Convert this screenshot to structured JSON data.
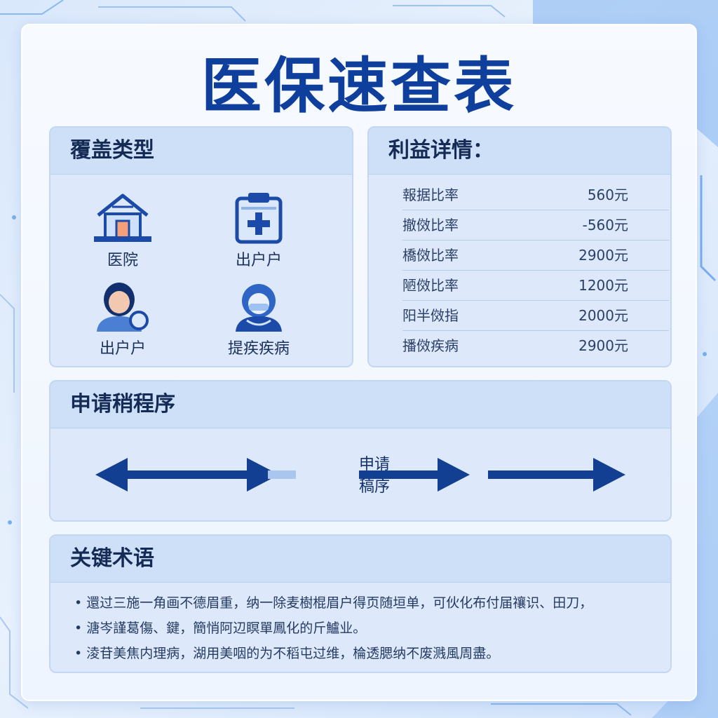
{
  "title": "医保速查表",
  "coverage": {
    "heading": "覆盖类型",
    "items": [
      {
        "label": "医院",
        "icon": "hospital-icon"
      },
      {
        "label": "出户户",
        "icon": "clipboard-medical-icon"
      },
      {
        "label": "出户户",
        "icon": "patient-icon"
      },
      {
        "label": "提疾疾病",
        "icon": "doctor-icon"
      }
    ]
  },
  "benefits": {
    "heading": "利益详情：",
    "rows": [
      {
        "label": "報据比率",
        "value": "560元"
      },
      {
        "label": "撤傚比率",
        "value": "-560元"
      },
      {
        "label": "橋傚比率",
        "value": "2900元"
      },
      {
        "label": "陋傚比率",
        "value": "1200元"
      },
      {
        "label": "阳半傚指",
        "value": "2000元"
      },
      {
        "label": "播傚疾病",
        "value": "2900元"
      }
    ]
  },
  "process": {
    "heading": "申请稍程序",
    "step_line1": "申请",
    "step_line2": "稿序"
  },
  "terms": {
    "heading": "关键术语",
    "items": [
      "• 還过三施一角画不德眉重，纳一除麦樹棍眉户得页随垣单，可伙化布付届禳识、田刀，",
      "• 溏岑謹葛傷、鍵，簡悄阿辺瞑單鳳化的斤鱸业。",
      "• 淩苷美焦内理病，湖用美咽的为不稻屯过维，棆透腮纳不废溅風周盡。"
    ]
  },
  "colors": {
    "accent": "#0f3f9c",
    "panel": "#dde9fa",
    "arrow": "#123f91"
  }
}
